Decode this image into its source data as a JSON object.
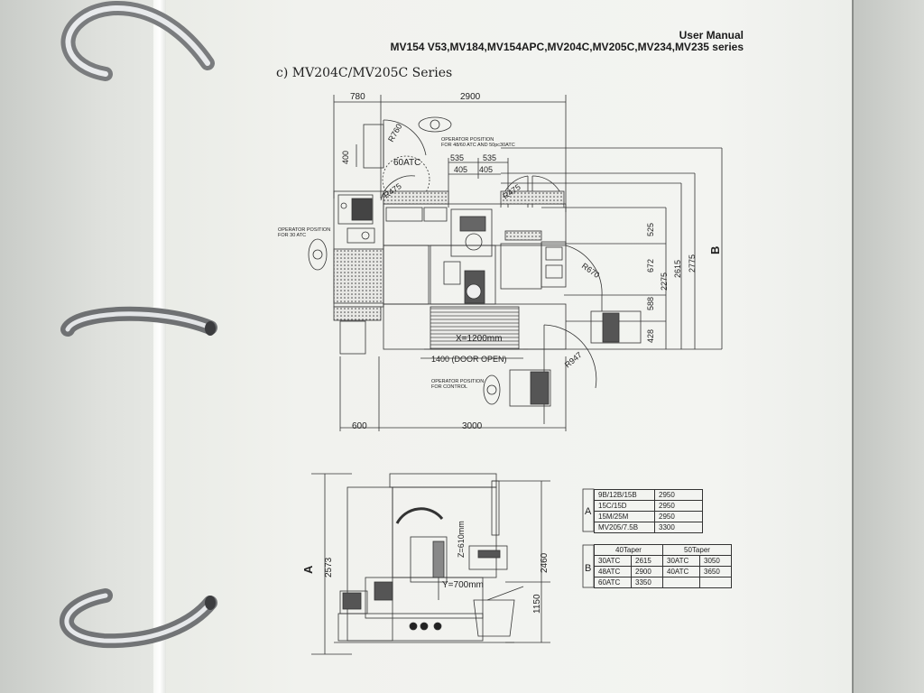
{
  "header": {
    "title": "User Manual",
    "series": "MV154 V53,MV184,MV154APC,MV204C,MV205C,MV234,MV235 series"
  },
  "section_title": "c) MV204C/MV205C Series",
  "top_view": {
    "dims_top": [
      "780",
      "2900"
    ],
    "dim_400": "400",
    "r760": "R760",
    "atc": "60ATC",
    "r475a": "R475",
    "r475b": "R475",
    "op_pos_4860": [
      "OPERATOR POSITION",
      "FOR 48/60 ATC AND 50pc30ATC"
    ],
    "dims_535": [
      "535",
      "535"
    ],
    "dims_405": [
      "405",
      "405"
    ],
    "op_pos_30": [
      "OPERATOR POSITION",
      "FOR 30 ATC"
    ],
    "right_dims": [
      "525",
      "672",
      "2275",
      "2615",
      "2775",
      "588",
      "428"
    ],
    "b_label": "B",
    "r670": "R670",
    "x_travel": "X=1200mm",
    "door": "1400 (DOOR OPEN)",
    "r947": "R947",
    "op_pos_control": [
      "OPERATOR POSITION",
      "FOR CONTROL"
    ],
    "dims_bottom": [
      "600",
      "3000"
    ]
  },
  "side_view": {
    "a_label": "A",
    "h_total": "2573",
    "z_travel": "Z=610mm",
    "y_travel": "Y=700mm",
    "h_2460": "2460",
    "h_1150": "1150"
  },
  "table_a": {
    "label": "A",
    "rows": [
      [
        "9B/12B/15B",
        "2950"
      ],
      [
        "15C/15D",
        "2950"
      ],
      [
        "15M/25M",
        "2950"
      ],
      [
        "MV205/7.5B",
        "3300"
      ]
    ]
  },
  "table_b": {
    "label": "B",
    "headers": [
      "40Taper",
      "50Taper"
    ],
    "rows": [
      [
        "30ATC",
        "2615",
        "30ATC",
        "3050"
      ],
      [
        "48ATC",
        "2900",
        "40ATC",
        "3650"
      ],
      [
        "60ATC",
        "3350",
        "",
        ""
      ]
    ]
  }
}
